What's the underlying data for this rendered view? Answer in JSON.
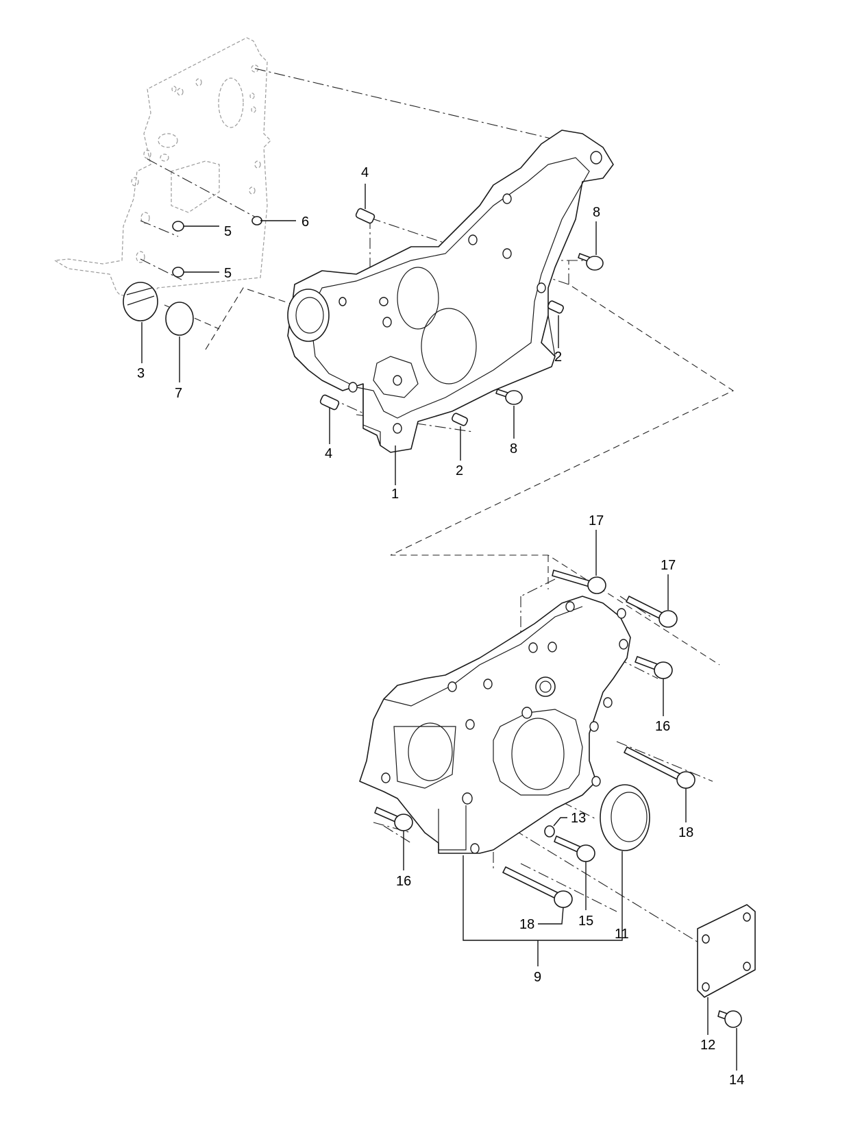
{
  "callouts": [
    {
      "id": "c1",
      "label": "1"
    },
    {
      "id": "c2a",
      "label": "2"
    },
    {
      "id": "c2b",
      "label": "2"
    },
    {
      "id": "c3",
      "label": "3"
    },
    {
      "id": "c4a",
      "label": "4"
    },
    {
      "id": "c4b",
      "label": "4"
    },
    {
      "id": "c5a",
      "label": "5"
    },
    {
      "id": "c5b",
      "label": "5"
    },
    {
      "id": "c6",
      "label": "6"
    },
    {
      "id": "c7",
      "label": "7"
    },
    {
      "id": "c8a",
      "label": "8"
    },
    {
      "id": "c8b",
      "label": "8"
    },
    {
      "id": "c9",
      "label": "9"
    },
    {
      "id": "c11",
      "label": "11"
    },
    {
      "id": "c12",
      "label": "12"
    },
    {
      "id": "c13",
      "label": "13"
    },
    {
      "id": "c14",
      "label": "14"
    },
    {
      "id": "c15",
      "label": "15"
    },
    {
      "id": "c16a",
      "label": "16"
    },
    {
      "id": "c16b",
      "label": "16"
    },
    {
      "id": "c17a",
      "label": "17"
    },
    {
      "id": "c17b",
      "label": "17"
    },
    {
      "id": "c18a",
      "label": "18"
    },
    {
      "id": "c18b",
      "label": "18"
    }
  ]
}
